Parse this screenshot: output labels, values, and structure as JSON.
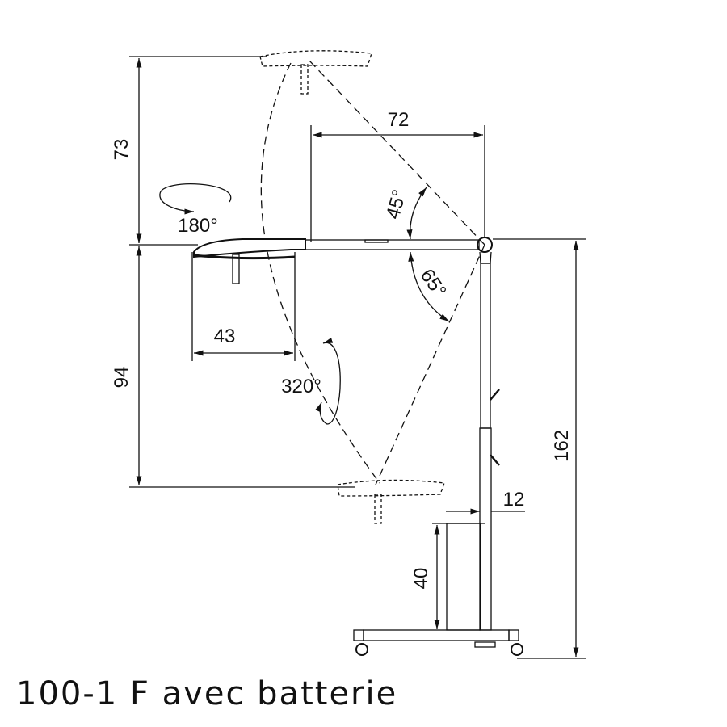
{
  "dimensions": {
    "top_height": "73",
    "bottom_height": "94",
    "arm_reach": "72",
    "total_height": "162",
    "head_width": "43",
    "base_height": "40",
    "pole_offset": "12"
  },
  "angles": {
    "up": "45°",
    "down": "65°",
    "head_rotation": "180°",
    "head_tilt": "320°"
  },
  "caption": "100-1 F avec batterie"
}
